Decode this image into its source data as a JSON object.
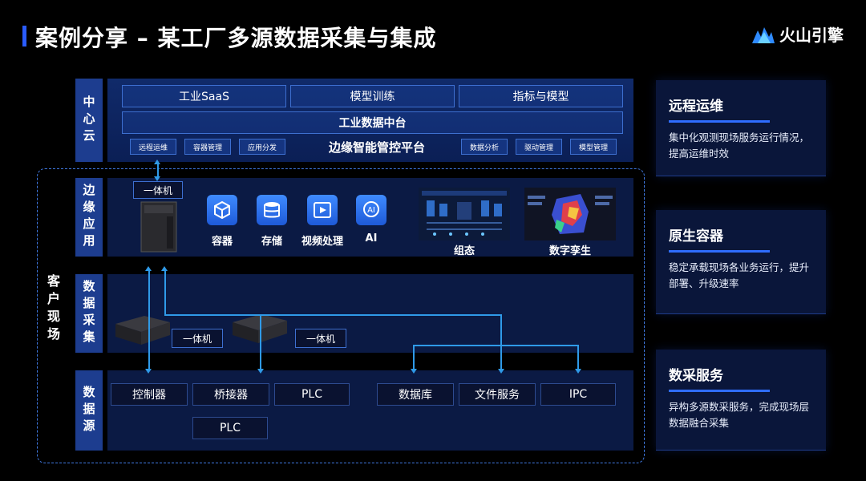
{
  "header": {
    "title": "案例分享 – 某工厂多源数据采集与集成",
    "brand": "火山引擎"
  },
  "layers": {
    "cloud": "中心云",
    "edge": "边缘应用",
    "collect": "数据采集",
    "source": "数据源"
  },
  "site_label": "客户现场",
  "cloud": {
    "row1": [
      "工业SaaS",
      "模型训练",
      "指标与模型"
    ],
    "platform": "工业数据中台",
    "edge_platform": "边缘智能管控平台",
    "small_left": [
      "远程运维",
      "容器管理",
      "应用分发"
    ],
    "small_right": [
      "数据分析",
      "驱动管理",
      "模型管理"
    ]
  },
  "edge": {
    "server_label": "一体机",
    "apps": [
      "容器",
      "存储",
      "视频处理",
      "AI"
    ],
    "screens": [
      "组态",
      "数字孪生"
    ]
  },
  "collect": {
    "machines": [
      "一体机",
      "一体机"
    ]
  },
  "sources": {
    "row1": [
      "控制器",
      "桥接器",
      "PLC",
      "数据库",
      "文件服务",
      "IPC"
    ],
    "row2": [
      "PLC"
    ]
  },
  "cards": [
    {
      "title": "远程运维",
      "desc": "集中化观测现场服务运行情况，提高运维时效"
    },
    {
      "title": "原生容器",
      "desc": "稳定承载现场各业务运行，提升部署、升级速率"
    },
    {
      "title": "数采服务",
      "desc": "异构多源数采服务，完成现场层数据融合采集"
    }
  ],
  "colors": {
    "accent": "#2f6dff",
    "band": "#0b1a44",
    "line": "#2f9ae8"
  }
}
